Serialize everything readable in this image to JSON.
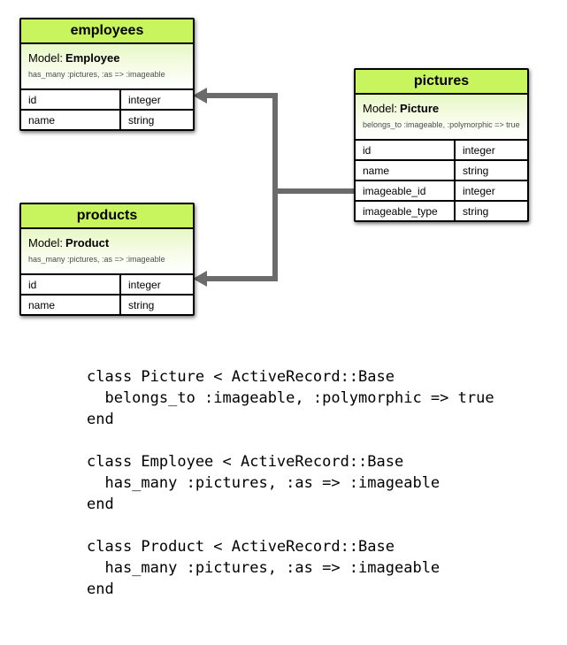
{
  "diagram": {
    "tables": [
      {
        "title": "employees",
        "model_label": "Model:",
        "model_name": "Employee",
        "association": "has_many :pictures, :as => :imageable",
        "columns": [
          {
            "name": "id",
            "type": "integer"
          },
          {
            "name": "name",
            "type": "string"
          }
        ]
      },
      {
        "title": "pictures",
        "model_label": "Model:",
        "model_name": "Picture",
        "association": "belongs_to :imageable, :polymorphic => true",
        "columns": [
          {
            "name": "id",
            "type": "integer"
          },
          {
            "name": "name",
            "type": "string"
          },
          {
            "name": "imageable_id",
            "type": "integer"
          },
          {
            "name": "imageable_type",
            "type": "string"
          }
        ]
      },
      {
        "title": "products",
        "model_label": "Model:",
        "model_name": "Product",
        "association": "has_many :pictures, :as => :imageable",
        "columns": [
          {
            "name": "id",
            "type": "integer"
          },
          {
            "name": "name",
            "type": "string"
          }
        ]
      }
    ],
    "colors": {
      "table_header_green": "#c8f45e",
      "model_gradient_top": "#e7f8c5",
      "connector_gray": "#6b6b6b",
      "border_black": "#000000",
      "association_text_gray": "#4d4d4d"
    }
  },
  "code": {
    "blocks": [
      {
        "lines": [
          "class Picture < ActiveRecord::Base",
          "  belongs_to :imageable, :polymorphic => true",
          "end"
        ]
      },
      {
        "lines": [
          "class Employee < ActiveRecord::Base",
          "  has_many :pictures, :as => :imageable",
          "end"
        ]
      },
      {
        "lines": [
          "class Product < ActiveRecord::Base",
          "  has_many :pictures, :as => :imageable",
          "end"
        ]
      }
    ]
  }
}
